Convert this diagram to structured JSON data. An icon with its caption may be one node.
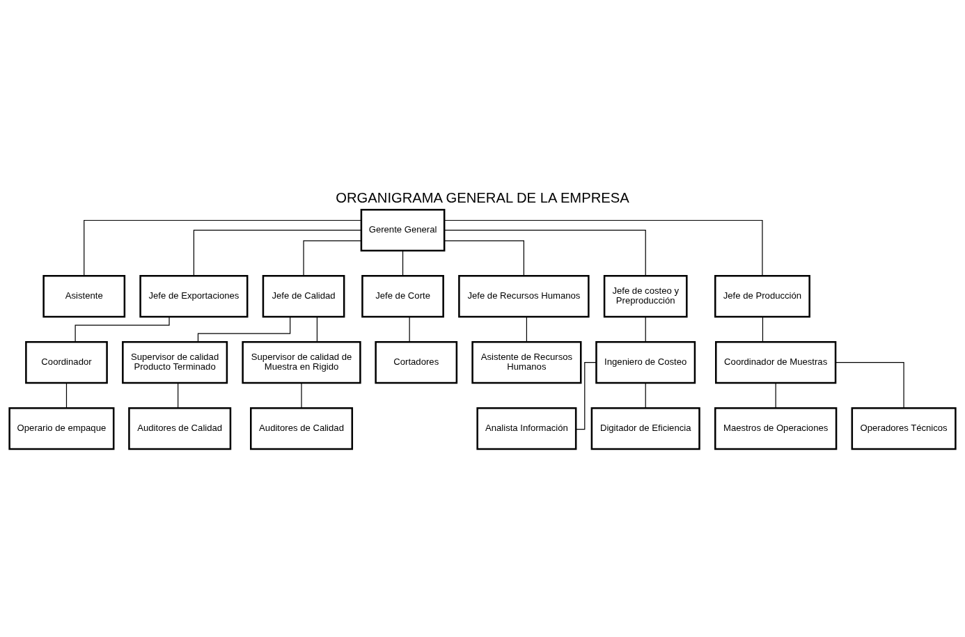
{
  "diagram": {
    "title": "ORGANIGRAMA GENERAL DE LA EMPRESA",
    "nodes": [
      {
        "text": [
          "Gerente General"
        ]
      },
      {
        "text": [
          "Asistente"
        ]
      },
      {
        "text": [
          "Jefe de Exportaciones"
        ]
      },
      {
        "text": [
          "Jefe de Calidad"
        ]
      },
      {
        "text": [
          "Jefe de Corte"
        ]
      },
      {
        "text": [
          "Jefe de Recursos Humanos"
        ]
      },
      {
        "text": [
          "Jefe de costeo y Preproducción"
        ]
      },
      {
        "text": [
          "Jefe de Producción"
        ]
      },
      {
        "text": [
          "Coordinador"
        ]
      },
      {
        "text": [
          "Supervisor de calidad Producto Terminado"
        ]
      },
      {
        "text": [
          "Supervisor de calidad de Muestra en Rigido"
        ]
      },
      {
        "text": [
          "Cortadores"
        ]
      },
      {
        "text": [
          "Asistente de Recursos Humanos"
        ]
      },
      {
        "text": [
          "Ingeniero de Costeo"
        ]
      },
      {
        "text": [
          "Coordinador de Muestras"
        ]
      },
      {
        "text": [
          "Operario de empaque"
        ]
      },
      {
        "text": [
          "Auditores de Calidad"
        ]
      },
      {
        "text": [
          "Auditores de Calidad"
        ]
      },
      {
        "text": [
          "Analista Información"
        ]
      },
      {
        "text": [
          "Digitador de Eficiencia"
        ]
      },
      {
        "text": [
          "Maestros de Operaciones"
        ]
      },
      {
        "text": [
          "Operadores Técnicos"
        ]
      }
    ],
    "edges": [
      {
        "from": 0,
        "to": 1,
        "arrow": "none"
      },
      {
        "from": 0,
        "to": 2,
        "arrow": "none"
      },
      {
        "from": 0,
        "to": 3,
        "arrow": "none"
      },
      {
        "from": 0,
        "to": 4,
        "arrow": "none"
      },
      {
        "from": 0,
        "to": 5,
        "arrow": "none"
      },
      {
        "from": 0,
        "to": 6,
        "arrow": "none"
      },
      {
        "from": 0,
        "to": 7,
        "arrow": "none"
      },
      {
        "from": 2,
        "to": 8,
        "arrow": "none"
      },
      {
        "from": 3,
        "to": 9,
        "arrow": "none"
      },
      {
        "from": 3,
        "to": 10,
        "arrow": "none"
      },
      {
        "from": 4,
        "to": 11,
        "arrow": "none"
      },
      {
        "from": 5,
        "to": 12,
        "arrow": "none"
      },
      {
        "from": 6,
        "to": 13,
        "arrow": "none"
      },
      {
        "from": 7,
        "to": 14,
        "arrow": "none"
      },
      {
        "from": 8,
        "to": 15,
        "arrow": "none"
      },
      {
        "from": 9,
        "to": 16,
        "arrow": "none"
      },
      {
        "from": 10,
        "to": 17,
        "arrow": "none"
      },
      {
        "from": 13,
        "to": 18,
        "arrow": "none"
      },
      {
        "from": 13,
        "to": 19,
        "arrow": "none"
      },
      {
        "from": 14,
        "to": 20,
        "arrow": "none"
      },
      {
        "from": 14,
        "to": 21,
        "arrow": "none"
      }
    ]
  }
}
